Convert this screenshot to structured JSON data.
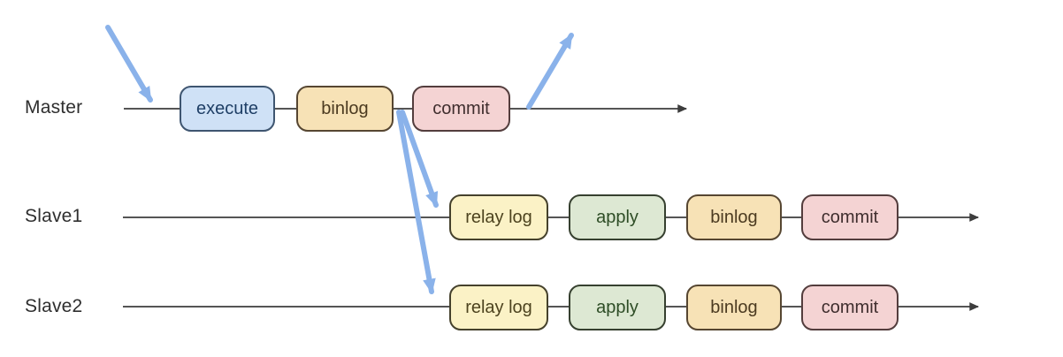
{
  "diagram": {
    "rows": [
      {
        "label": "Master",
        "boxes": [
          {
            "label": "execute"
          },
          {
            "label": "binlog"
          },
          {
            "label": "commit"
          }
        ]
      },
      {
        "label": "Slave1",
        "boxes": [
          {
            "label": "relay log"
          },
          {
            "label": "apply"
          },
          {
            "label": "binlog"
          },
          {
            "label": "commit"
          }
        ]
      },
      {
        "label": "Slave2",
        "boxes": [
          {
            "label": "relay log"
          },
          {
            "label": "apply"
          },
          {
            "label": "binlog"
          },
          {
            "label": "commit"
          }
        ]
      }
    ],
    "arrows": [
      {
        "name": "arrow-into-master",
        "meaning": "request entering master timeline"
      },
      {
        "name": "arrow-out-of-master",
        "meaning": "response leaving after commit"
      },
      {
        "name": "arrow-master-to-slave1-relay-log",
        "meaning": "binlog shipped to Slave1 relay log"
      },
      {
        "name": "arrow-master-to-slave2-relay-log",
        "meaning": "binlog shipped to Slave2 relay log"
      }
    ],
    "colors": {
      "background": "#ffffff",
      "timeline": "#3d3d3d",
      "flow_arrow_blue": "#8ab2ea",
      "execute_fill": "#cfe1f6",
      "binlog_fill": "#f7e2b6",
      "commit_fill": "#f4d3d3",
      "relay_log_fill": "#fbf2c6",
      "apply_fill": "#dde8d3"
    }
  }
}
